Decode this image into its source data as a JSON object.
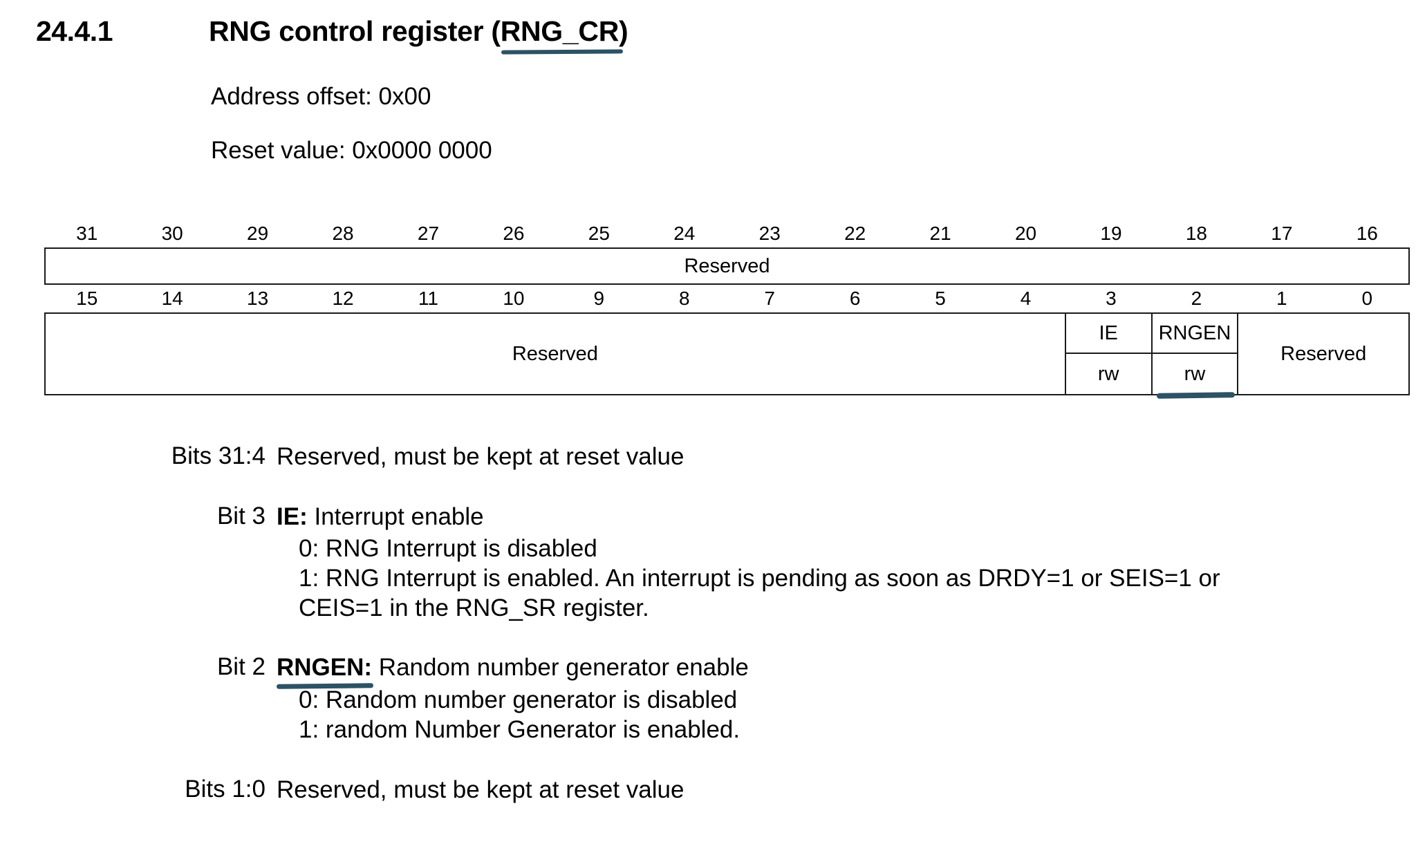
{
  "heading": {
    "number": "24.4.1",
    "title_prefix": "RNG control register (",
    "title_highlight": "RNG_CR",
    "title_suffix": ")"
  },
  "meta": {
    "address_offset": "Address offset: 0x00",
    "reset_value": "Reset value: 0x0000 0000"
  },
  "register_table": {
    "upper": {
      "bit_numbers": [
        "31",
        "30",
        "29",
        "28",
        "27",
        "26",
        "25",
        "24",
        "23",
        "22",
        "21",
        "20",
        "19",
        "18",
        "17",
        "16"
      ],
      "cells": [
        {
          "label": "Reserved",
          "span": 16,
          "access": ""
        }
      ]
    },
    "lower": {
      "bit_numbers": [
        "15",
        "14",
        "13",
        "12",
        "11",
        "10",
        "9",
        "8",
        "7",
        "6",
        "5",
        "4",
        "3",
        "2",
        "1",
        "0"
      ],
      "cells": [
        {
          "label": "Reserved",
          "span": 12,
          "access": ""
        },
        {
          "label": "IE",
          "span": 1,
          "access": "rw"
        },
        {
          "label": "RNGEN",
          "span": 1,
          "access": "rw",
          "highlighted": true
        },
        {
          "label": "Reserved",
          "span": 2,
          "access": ""
        }
      ]
    }
  },
  "fields": [
    {
      "label": "Bits 31:4",
      "name": "",
      "description": "Reserved, must be kept at reset value",
      "options": []
    },
    {
      "label": "Bit 3",
      "name": "IE:",
      "description": " Interrupt enable",
      "options": [
        "0: RNG Interrupt is disabled",
        "1: RNG Interrupt is enabled. An interrupt is pending as soon as DRDY=1 or SEIS=1 or CEIS=1 in the RNG_SR register."
      ]
    },
    {
      "label": "Bit 2",
      "name": "RNGEN:",
      "description": " Random number generator enable",
      "highlighted": true,
      "options": [
        "0: Random number generator is disabled",
        "1: random Number Generator is enabled."
      ]
    },
    {
      "label": "Bits 1:0",
      "name": "",
      "description": "Reserved, must be kept at reset value",
      "options": []
    }
  ],
  "colors": {
    "annotation": "#2c5264",
    "table_border": "#1a1a1a",
    "text": "#000000",
    "background": "#ffffff"
  }
}
